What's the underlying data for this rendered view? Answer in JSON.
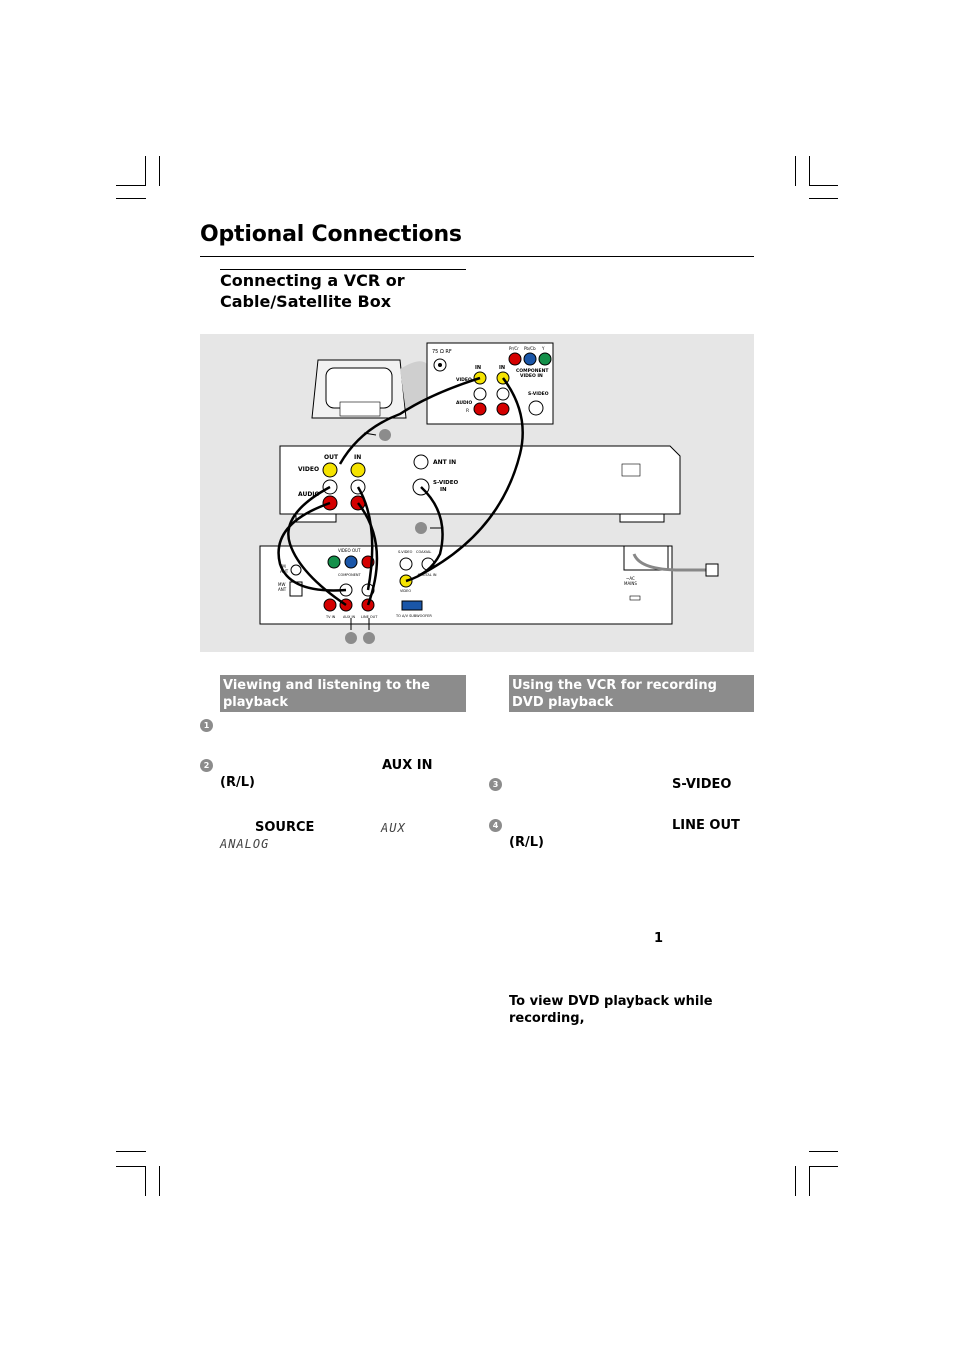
{
  "page": {
    "title": "Optional Connections",
    "subtitle_line1": "Connecting a VCR or",
    "subtitle_line2": "Cable/Satellite Box"
  },
  "figure": {
    "tv_labels": {
      "ant": "75 Ω RF",
      "in_left": "IN",
      "in_right": "IN",
      "video": "VIDEO",
      "audio": "AUDIO",
      "l": "L",
      "r": "R",
      "pr": "Pr/Cr",
      "pb": "Pb/Cb",
      "y": "Y",
      "component": "COMPONENT",
      "video_in": "VIDEO IN",
      "svideo": "S-VIDEO",
      "svideo_in": "IN"
    },
    "vcr_labels": {
      "out": "OUT",
      "in": "IN",
      "video": "VIDEO",
      "audio": "AUDIO",
      "ant_in": "ANT IN",
      "svideo": "S-VIDEO",
      "svideo_in": "IN"
    },
    "dvd_labels": {
      "fm": "FM",
      "ant": "ANT",
      "mw": "MW",
      "video_out": "VIDEO OUT",
      "y": "Y",
      "pb": "Pb",
      "pr": "Pr",
      "component": "COMPONENT",
      "svideo": "S-VIDEO",
      "coaxial": "COAXIAL",
      "digital_in": "DIGITAL IN",
      "video": "VIDEO",
      "l": "L",
      "r": "R",
      "tv_in": "TV IN",
      "aux_in": "AUX IN",
      "line_out": "LINE OUT",
      "sub": "TO A/V SUBWOOFER",
      "ac": "~AC",
      "mains": "MAINS"
    }
  },
  "left_section": {
    "heading": "Viewing and listening to the playback",
    "bullet1": "1",
    "bullet2": "2",
    "aux_in": "AUX IN",
    "rl": "(R/L)",
    "source": "SOURCE",
    "lcd_aux": "AUX",
    "lcd_analog": "ANALOG"
  },
  "right_section": {
    "heading": "Using the VCR for recording DVD playback",
    "bullet3": "3",
    "bullet4": "4",
    "svideo": "S-VIDEO",
    "line_out": "LINE OUT",
    "rl": "(R/L)",
    "one": "1",
    "view_line1": "To view DVD playback while",
    "view_line2": "recording,"
  }
}
